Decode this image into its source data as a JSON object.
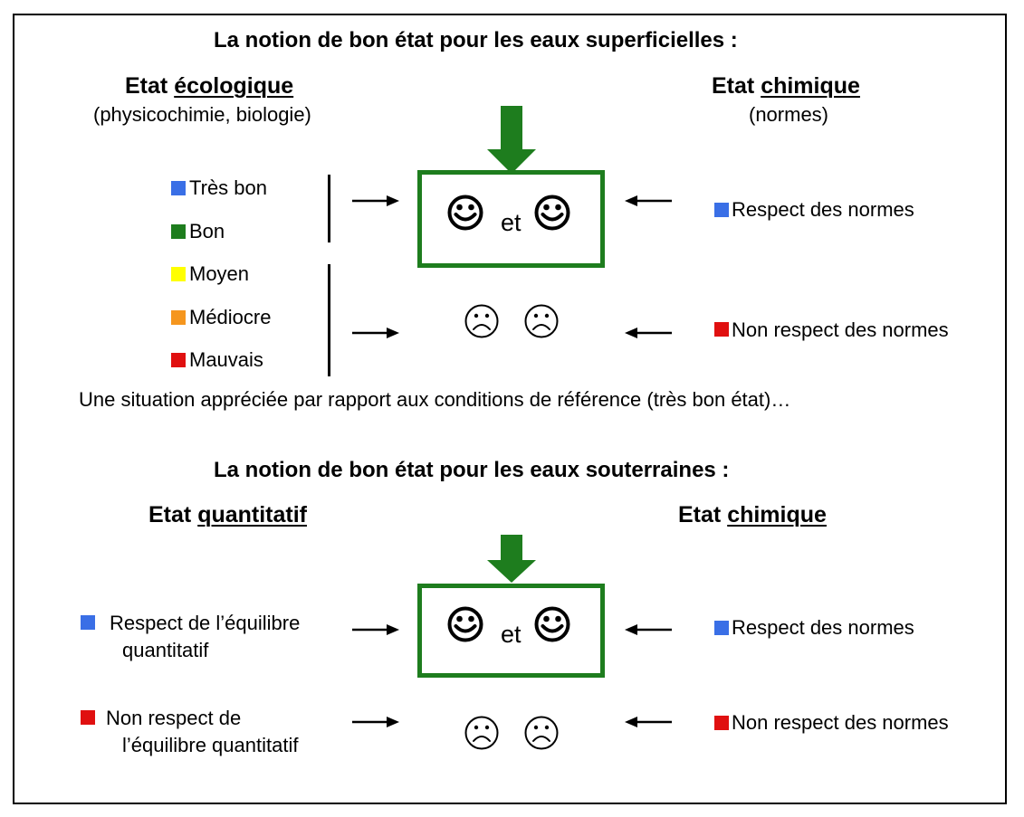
{
  "surface": {
    "title": "La notion de bon état pour les eaux superficielles :",
    "ecological": {
      "prefix": "Etat ",
      "word": "écologique",
      "subtitle": "(physicochimie, biologie)",
      "classes": [
        {
          "label": "Très bon",
          "color": "#3a6fe6"
        },
        {
          "label": "Bon",
          "color": "#1e7d1e"
        },
        {
          "label": "Moyen",
          "color": "#ffff00"
        },
        {
          "label": "Médiocre",
          "color": "#f5961e"
        },
        {
          "label": "Mauvais",
          "color": "#e01010"
        }
      ]
    },
    "chemical": {
      "prefix": "Etat ",
      "word": "chimique",
      "subtitle": "(normes)",
      "good": {
        "label": "Respect des normes",
        "color": "#3a6fe6"
      },
      "bad": {
        "label": "Non respect des normes",
        "color": "#e01010"
      }
    },
    "connector": "et",
    "note": "Une situation appréciée par rapport aux conditions de référence (très bon état)…"
  },
  "ground": {
    "title": "La notion de bon état pour les eaux souterraines :",
    "quantitative": {
      "prefix": "Etat ",
      "word": "quantitatif",
      "good": {
        "line1": "Respect de l’équilibre",
        "line2": "quantitatif",
        "color": "#3a6fe6"
      },
      "bad": {
        "line1": "Non respect de",
        "line2": "l’équilibre quantitatif",
        "color": "#e01010"
      }
    },
    "chemical": {
      "prefix": "Etat ",
      "word": "chimique",
      "good": {
        "label": "Respect des normes",
        "color": "#3a6fe6"
      },
      "bad": {
        "label": "Non respect des normes",
        "color": "#e01010"
      }
    },
    "connector": "et"
  },
  "colors": {
    "green": "#1e7d1e",
    "frame": "#000000"
  },
  "icons": [
    "smiley-happy-icon",
    "smiley-sad-icon",
    "arrow-right-icon",
    "arrow-left-icon",
    "arrow-down-icon"
  ]
}
